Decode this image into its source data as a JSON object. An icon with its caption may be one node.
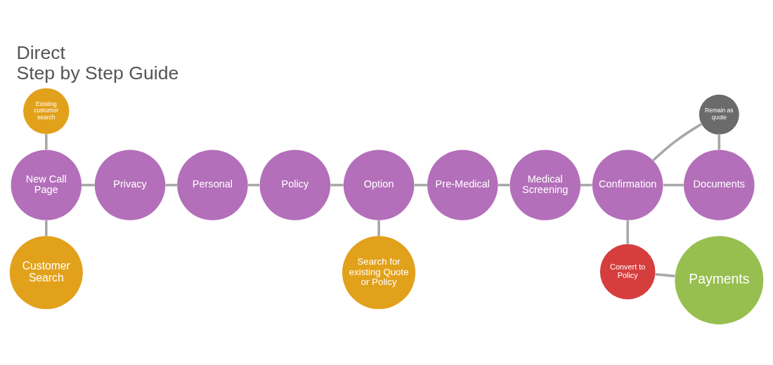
{
  "diagram": {
    "title": "Direct",
    "caption": "Step by Step Guide",
    "nodes": [
      {
        "text": [
          "Existing customer search"
        ]
      },
      {
        "text": [
          "Remain as quote"
        ]
      },
      {
        "text": [
          "New Call Page"
        ]
      },
      {
        "text": [
          "Privacy"
        ]
      },
      {
        "text": [
          "Personal"
        ]
      },
      {
        "text": [
          "Policy"
        ]
      },
      {
        "text": [
          "Option"
        ]
      },
      {
        "text": [
          "Pre-Medical"
        ]
      },
      {
        "text": [
          "Medical Screening"
        ]
      },
      {
        "text": [
          "Confirmation"
        ]
      },
      {
        "text": [
          "Documents"
        ]
      },
      {
        "text": [
          "Customer Search"
        ]
      },
      {
        "text": [
          "Search for existing Quote or Policy"
        ]
      },
      {
        "text": [
          "Convert to Policy"
        ]
      },
      {
        "text": [
          "Payments"
        ]
      }
    ],
    "edges": [
      {
        "from": 0,
        "to": 2,
        "arrow": "none"
      },
      {
        "from": 2,
        "to": 3,
        "arrow": "none"
      },
      {
        "from": 3,
        "to": 4,
        "arrow": "none"
      },
      {
        "from": 4,
        "to": 5,
        "arrow": "none"
      },
      {
        "from": 5,
        "to": 6,
        "arrow": "none"
      },
      {
        "from": 6,
        "to": 7,
        "arrow": "none"
      },
      {
        "from": 7,
        "to": 8,
        "arrow": "none"
      },
      {
        "from": 8,
        "to": 9,
        "arrow": "none"
      },
      {
        "from": 9,
        "to": 10,
        "arrow": "none"
      },
      {
        "from": 9,
        "to": 1,
        "arrow": "none"
      },
      {
        "from": 1,
        "to": 10,
        "arrow": "none"
      },
      {
        "from": 2,
        "to": 11,
        "arrow": "none"
      },
      {
        "from": 6,
        "to": 12,
        "arrow": "none"
      },
      {
        "from": 9,
        "to": 13,
        "arrow": "none"
      },
      {
        "from": 13,
        "to": 14,
        "arrow": "none"
      }
    ]
  }
}
